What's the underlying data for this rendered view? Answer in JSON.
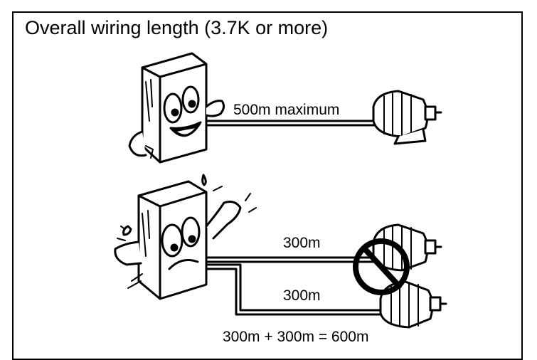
{
  "title": "Overall wiring length (3.7K or more)",
  "top_diagram": {
    "cable_label": "500m maximum"
  },
  "bottom_diagram": {
    "cable_upper_label": "300m",
    "cable_lower_label": "300m",
    "sum_label": "300m + 300m = 600m"
  }
}
